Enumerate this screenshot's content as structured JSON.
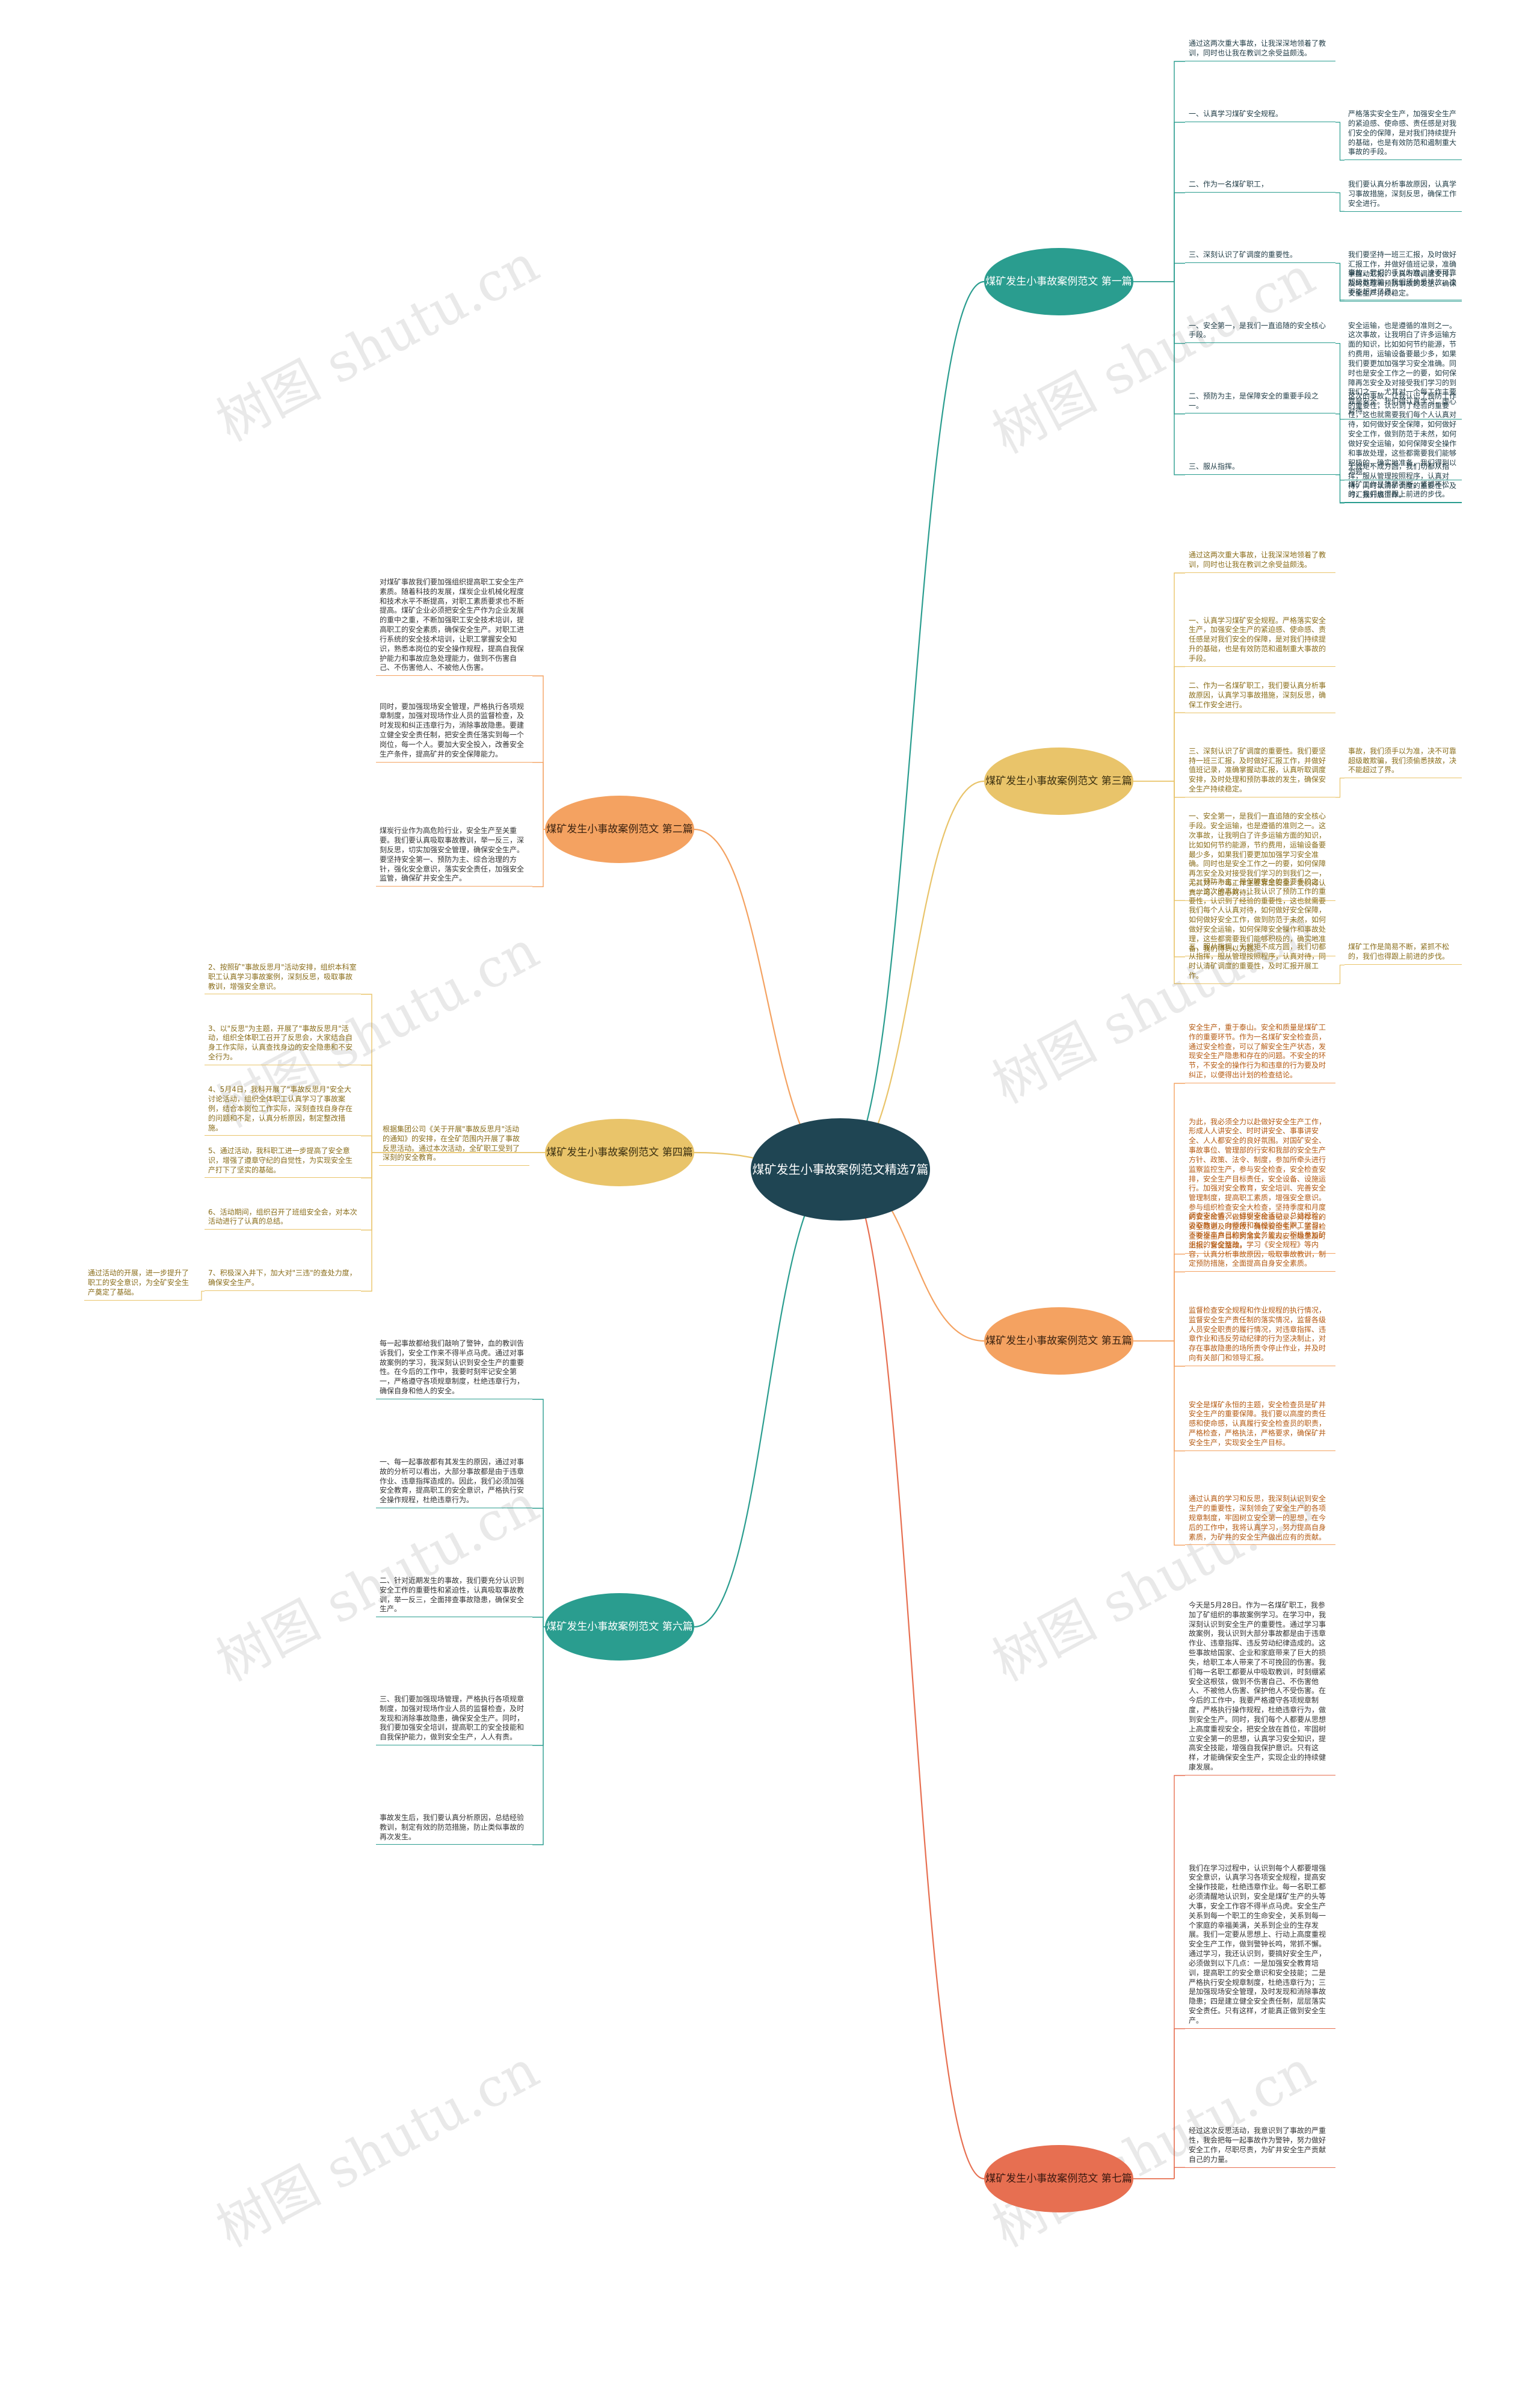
{
  "root": {
    "label": "煤矿发生小事故案例范文精选7篇"
  },
  "colors": {
    "root": "#1f4553",
    "teal": "#2a9d8f",
    "yellow": "#e9c46a",
    "orange": "#f4a261",
    "red": "#e76f51",
    "tealText": "#1f3b45",
    "yellowText": "#8a6d1a",
    "orangeText": "#b55a12"
  },
  "watermark": "树图 shutu.cn",
  "branches": {
    "b1": {
      "label": "煤矿发生小事故案例范文 第一篇",
      "items": [
        {
          "text": "通过这两次重大事故，让我深深地领着了教训，同时也让我在教训之余受益颇浅。"
        },
        {
          "text": "一、认真学习煤矿安全规程。",
          "subs": [
            "严格落实安全生产，加强安全生产的紧迫感、使命感、责任感是对我们安全的保障，是对我们持续提升的基础，也是有效防范和遏制重大事故的手段。"
          ]
        },
        {
          "text": "二、作为一名煤矿职工，",
          "subs": [
            "我们要认真分析事故原因，认真学习事故措施，深刻反思，确保工作安全进行。"
          ]
        },
        {
          "text": "三、深刻认识了矿调度的重要性。",
          "subs": [
            "我们要坚持一班三汇报，及时做好汇报工作，并做好值班记录，准确掌握动汇报，认真听取调度安排，及时处理和预防事故的发生，确保安全生产持续稳定。",
            "事故，我们的手以为准。决不可靠超级敢欺骗，我们须偷悉挟故，决不能超过了界。"
          ]
        },
        {
          "text": "一、安全第一，是我们一直追随的安全核心手段。",
          "subs": [
            "安全运输，也是遵循的准则之一。这次事故，让我明白了许多运输方面的知识，比如如何节约能源，节约费用，运输设备要最少多，如果我们要更加加强学习安全准确。同时也是安全工作之一的要，如何保障再怎安全及对接受我们学习的到我们之一，尤其对一个每工作主要靠是安全。我们得认真学习，虚心对待。"
          ]
        },
        {
          "text": "二、预防为主，是保障安全的重要手段之一。",
          "subs": [
            "这次的事故，让我认识了预防工作的重要性，认识到了经验的重要性，这也就需要我们每个人认真对待，如何做好安全保障，如何做好安全工作，做到防范于未然，如何做好安全运输，如何保障安全操作和事故处理，这些都需要我们能够积极的，确实地准备，我们得到以为题。"
          ]
        },
        {
          "text": "三、服从指挥。",
          "subs": [
            "无规矩不成方圆，我们切都从指挥，服从管理按照程序，认真对待，同时认清矿调度的重要性，及时汇报开展工作。",
            "煤矿工作是简易不断，紧抓不松的，我们也得跟上前进的步伐。"
          ]
        }
      ]
    },
    "b3": {
      "label": "煤矿发生小事故案例范文 第三篇",
      "items": [
        {
          "text": "通过这两次重大事故，让我深深地领着了教训，同时也让我在教训之余受益颇浅。"
        },
        {
          "text": "一、认真学习煤矿安全规程。严格落实安全生产，加强安全生产的紧迫感、使命感、责任感是对我们安全的保障，是对我们持续提升的基础，也是有效防范和遏制重大事故的手段。"
        },
        {
          "text": "二、作为一名煤矿职工，我们要认真分析事故原因，认真学习事故措施，深刻反思，确保工作安全进行。"
        },
        {
          "text": "三、深刻认识了矿调度的重要性。我们要坚持一班三汇报，及时做好汇报工作，并做好值班记录，准确掌握动汇报，认真听取调度安排，及时处理和预防事故的发生，确保安全生产持续稳定。",
          "subs": [
            "事故，我们须手以为准，决不可靠超级敢欺骗，我们须偷悉挟故，决不能超过了界。"
          ]
        },
        {
          "text": "一、安全第一，是我们一直追随的安全核心手段。安全运输，也是遵循的准则之一。这次事故，让我明白了许多运输方面的知识，比如如何节约能源，节约费用，运输设备要最少多，如果我们要更加加强学习安全准确。同时也是安全工作之一的要，如何保障再怎安全及对接受我们学习的到我们之一，尤其对一个每工作主要靠是安全。我们得认真学习，虚心对待。"
        },
        {
          "text": "二、预防为主，是保障安全的重要手段之一。这次的事故，让我认识了预防工作的重要性，认识到了经验的重要性，这也就需要我们每个人认真对待，如何做好安全保障，如何做好安全工作，做到防范于未然，如何做好安全运输，如何保障安全操作和事故处理，这些都需要我们能够积极的，确实地准备，我们得到以为题。"
        },
        {
          "text": "三、服从指挥。无规矩不成方圆，我们切都从指挥，服从管理按照程序，认真对待，同时认清矿调度的重要性，及时汇报开展工作。",
          "subs": [
            "煤矿工作是简易不断，紧抓不松的，我们也得跟上前进的步伐。"
          ]
        }
      ]
    },
    "b5": {
      "label": "煤矿发生小事故案例范文 第五篇",
      "items": [
        {
          "text": "安全生产，重于泰山。安全和质量是煤矿工作的重要环节。作为一名煤矿安全检查员，通过安全检查，可以了解安全生产状态，发现安全生产隐患和存在的问题。不安全的环节，不安全的操作行为和违章的行为要及时纠正，以便得出计划的检查结论。"
        },
        {
          "text": "为此，我必须全力以赴做好安全生产工作，形成人人讲安全、时时讲安全、事事讲安全、人人都安全的良好氛围。对国矿安全、事故事位、管理部的行安和我部的安全生产方针、政策、法令、制度，参加所牵头进行监察监控生产，参与安全检查，安全检查安排，安全生产目标责任，安全设备、设施运行。加强对安全教育，安全培训、完善安全管理制度，提高职工素质，增强安全意识。参与组织检查安全大检查，坚持季度和月度的安全检查，做好安全检查记录，对存在的安全隐患及时整改，确保安全生产。监督检查安全生产目标的落实，发现安全隐患及时上报，督促整改。"
        },
        {
          "text": "调查安全情况，组织安全活动，总结经验，汲取教训，向师傅和有经验的老职工学习，不断提高自己的安全业务能力。积极参加矿组织的安全活动，学习《安全规程》等内容，认真分析事故原因，吸取事故教训，制定预防措施，全面提高自身安全素质。"
        },
        {
          "text": "监督检查安全规程和作业规程的执行情况，监督安全生产责任制的落实情况，监督各级人员安全职责的履行情况，对违章指挥、违章作业和违反劳动纪律的行为坚决制止，对存在事故隐患的场所责令停止作业，并及时向有关部门和领导汇报。"
        },
        {
          "text": "安全是煤矿永恒的主题，安全检查员是矿井安全生产的重要保障。我们要以高度的责任感和使命感，认真履行安全检查员的职责，严格检查，严格执法，严格要求，确保矿井安全生产，实现安全生产目标。"
        },
        {
          "text": "通过认真的学习和反思，我深刻认识到安全生产的重要性，深刻领会了安全生产的各项规章制度，牢固树立安全第一的思想，在今后的工作中，我将认真学习，努力提高自身素质，为矿井的安全生产做出应有的贡献。"
        }
      ]
    },
    "b7": {
      "label": "煤矿发生小事故案例范文 第七篇",
      "items": [
        {
          "text": "今天是5月28日。作为一名煤矿职工，我参加了矿组织的事故案例学习。在学习中，我深刻认识到安全生产的重要性。通过学习事故案例，我认识到大部分事故都是由于违章作业、违章指挥、违反劳动纪律造成的。这些事故给国家、企业和家庭带来了巨大的损失，给职工本人带来了不可挽回的伤害。我们每一名职工都要从中吸取教训，时刻绷紧安全这根弦，做到不伤害自己、不伤害他人、不被他人伤害、保护他人不受伤害。在今后的工作中，我要严格遵守各项规章制度，严格执行操作规程，杜绝违章行为，做到安全生产。同时，我们每个人都要从思想上高度重视安全，把安全放在首位，牢固树立安全第一的思想，认真学习安全知识，提高安全技能，增强自我保护意识。只有这样，才能确保安全生产，实现企业的持续健康发展。"
        },
        {
          "text": "我们在学习过程中，认识到每个人都要增强安全意识，认真学习各项安全规程，提高安全操作技能，杜绝违章作业。每一名职工都必须清醒地认识到，安全是煤矿生产的头等大事，安全工作容不得半点马虎。安全生产关系到每一个职工的生命安全，关系到每一个家庭的幸福美满，关系到企业的生存发展。我们一定要从思想上、行动上高度重视安全生产工作，做到警钟长鸣，常抓不懈。通过学习，我还认识到，要搞好安全生产，必须做到以下几点：一是加强安全教育培训，提高职工的安全意识和安全技能；二是严格执行安全规章制度，杜绝违章行为；三是加强现场安全管理，及时发现和消除事故隐患；四是建立健全安全责任制，层层落实安全责任。只有这样，才能真正做到安全生产。"
        },
        {
          "text": "经过这次反思活动，我意识到了事故的严重性，我会把每一起事故作为警钟，努力做好安全工作，尽职尽责，为矿井安全生产贡献自己的力量。"
        }
      ]
    },
    "b2": {
      "label": "煤矿发生小事故案例范文 第二篇",
      "items": [
        {
          "text": "对煤矿事故我们要加强组织提高职工安全生产素质。随着科技的发展，煤炭企业机械化程度和技术水平不断提高，对职工素质要求也不断提高。煤矿企业必须把安全生产作为企业发展的重中之重，不断加强职工安全技术培训，提高职工的安全素质，确保安全生产。对职工进行系统的安全技术培训，让职工掌握安全知识，熟悉本岗位的安全操作规程，提高自我保护能力和事故应急处理能力，做到不伤害自己、不伤害他人、不被他人伤害。"
        },
        {
          "text": "同时，要加强现场安全管理，严格执行各项规章制度，加强对现场作业人员的监督检查，及时发现和纠正违章行为，消除事故隐患。要建立健全安全责任制，把安全责任落实到每一个岗位，每一个人。要加大安全投入，改善安全生产条件，提高矿井的安全保障能力。"
        },
        {
          "text": "煤炭行业作为高危险行业，安全生产至关重要。我们要认真吸取事故教训，举一反三，深刻反思，切实加强安全管理，确保安全生产。要坚持安全第一、预防为主、综合治理的方针，强化安全意识，落实安全责任，加强安全监管，确保矿井安全生产。"
        }
      ]
    },
    "b4": {
      "label": "煤矿发生小事故案例范文 第四篇",
      "center": "根据集团公司《关于开展\"事故反思月\"活动的通知》的安排，在全矿范围内开展了事故反思活动。通过本次活动，全矿职工受到了深刻的安全教育。",
      "items": [
        {
          "text": "2、按照矿\"事故反思月\"活动安排，组织本科室职工认真学习事故案例，深刻反思，吸取事故教训，增强安全意识。"
        },
        {
          "text": "3、以\"反思\"为主题，开展了\"事故反思月\"活动，组织全体职工召开了反思会，大家结合自身工作实际，认真查找身边的安全隐患和不安全行为。"
        },
        {
          "text": "4、5月4日，我科开展了\"事故反思月\"安全大讨论活动，组织全体职工认真学习了事故案例，结合本岗位工作实际，深刻查找自身存在的问题和不足，认真分析原因，制定整改措施。"
        },
        {
          "text": "5、通过活动，我科职工进一步提高了安全意识，增强了遵章守纪的自觉性，为实现安全生产打下了坚实的基础。"
        },
        {
          "text": "6、活动期间，组织召开了班组安全会，对本次活动进行了认真的总结。"
        },
        {
          "text": "7、积极深入井下，加大对\"三违\"的查处力度，确保安全生产。",
          "subs": [
            "通过活动的开展，进一步提升了职工的安全意识，为全矿安全生产奠定了基础。"
          ]
        }
      ]
    },
    "b6": {
      "label": "煤矿发生小事故案例范文 第六篇",
      "items": [
        {
          "text": "每一起事故都给我们敲响了警钟，血的教训告诉我们，安全工作来不得半点马虎。通过对事故案例的学习，我深刻认识到安全生产的重要性。在今后的工作中，我要时刻牢记安全第一，严格遵守各项规章制度，杜绝违章行为，确保自身和他人的安全。"
        },
        {
          "text": "一、每一起事故都有其发生的原因，通过对事故的分析可以看出，大部分事故都是由于违章作业、违章指挥造成的。因此，我们必须加强安全教育，提高职工的安全意识，严格执行安全操作规程，杜绝违章行为。"
        },
        {
          "text": "二、针对近期发生的事故，我们要充分认识到安全工作的重要性和紧迫性，认真吸取事故教训，举一反三，全面排查事故隐患，确保安全生产。"
        },
        {
          "text": "三、我们要加强现场管理，严格执行各项规章制度，加强对现场作业人员的监督检查，及时发现和消除事故隐患，确保安全生产。同时，我们要加强安全培训，提高职工的安全技能和自我保护能力，做到安全生产，人人有责。"
        },
        {
          "text": "事故发生后，我们要认真分析原因，总结经验教训，制定有效的防范措施，防止类似事故的再次发生。"
        }
      ]
    }
  }
}
